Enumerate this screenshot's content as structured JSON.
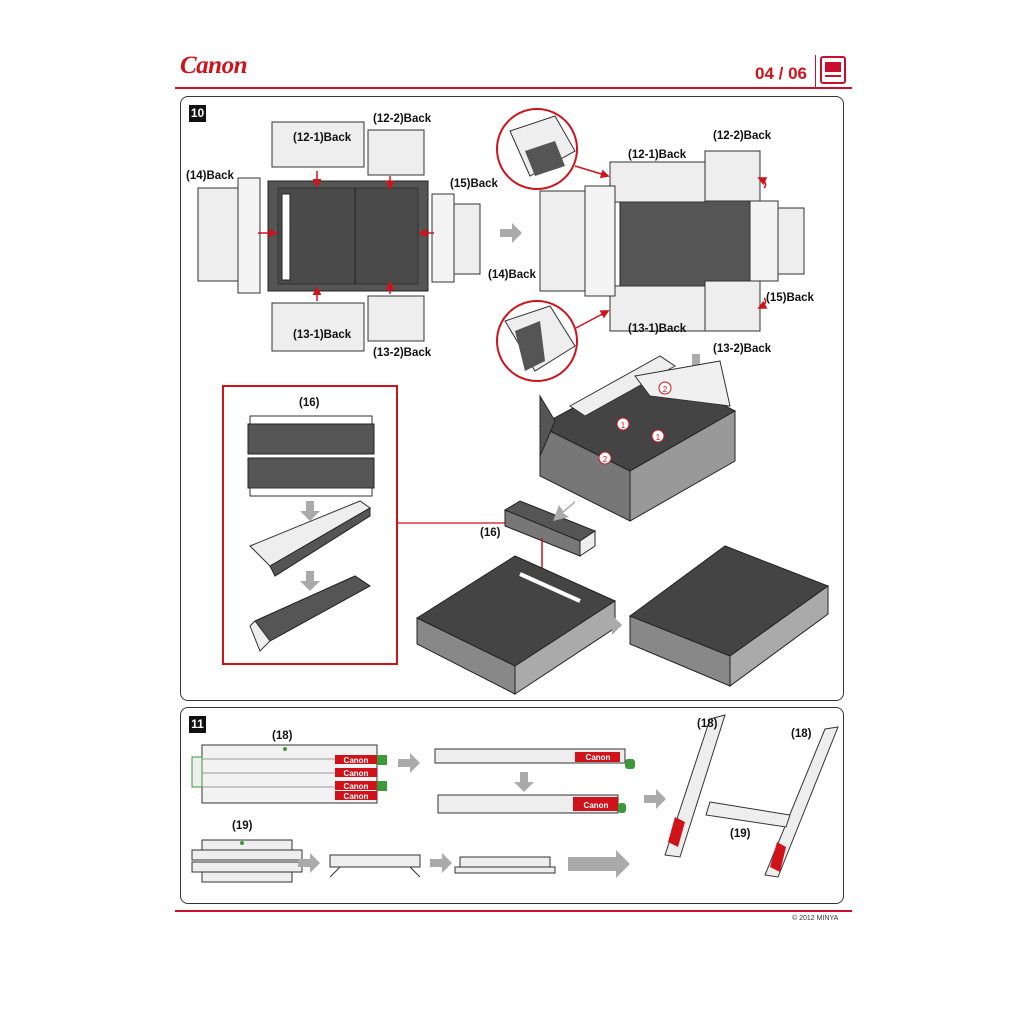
{
  "header": {
    "brand": "Canon",
    "page_indicator": "04 / 06"
  },
  "footer": {
    "copyright": "© 2012 MINYA"
  },
  "step10": {
    "number": "10",
    "labels": {
      "p12_1": "(12-1)Back",
      "p12_2": "(12-2)Back",
      "p14": "(14)Back",
      "p15": "(15)Back",
      "p13_1": "(13-1)Back",
      "p13_2": "(13-2)Back",
      "p16": "(16)"
    },
    "markers": {
      "one": "1",
      "two": "2"
    }
  },
  "step11": {
    "number": "11",
    "labels": {
      "p18": "(18)",
      "p19": "(19)"
    },
    "strip_brand": "Canon"
  }
}
